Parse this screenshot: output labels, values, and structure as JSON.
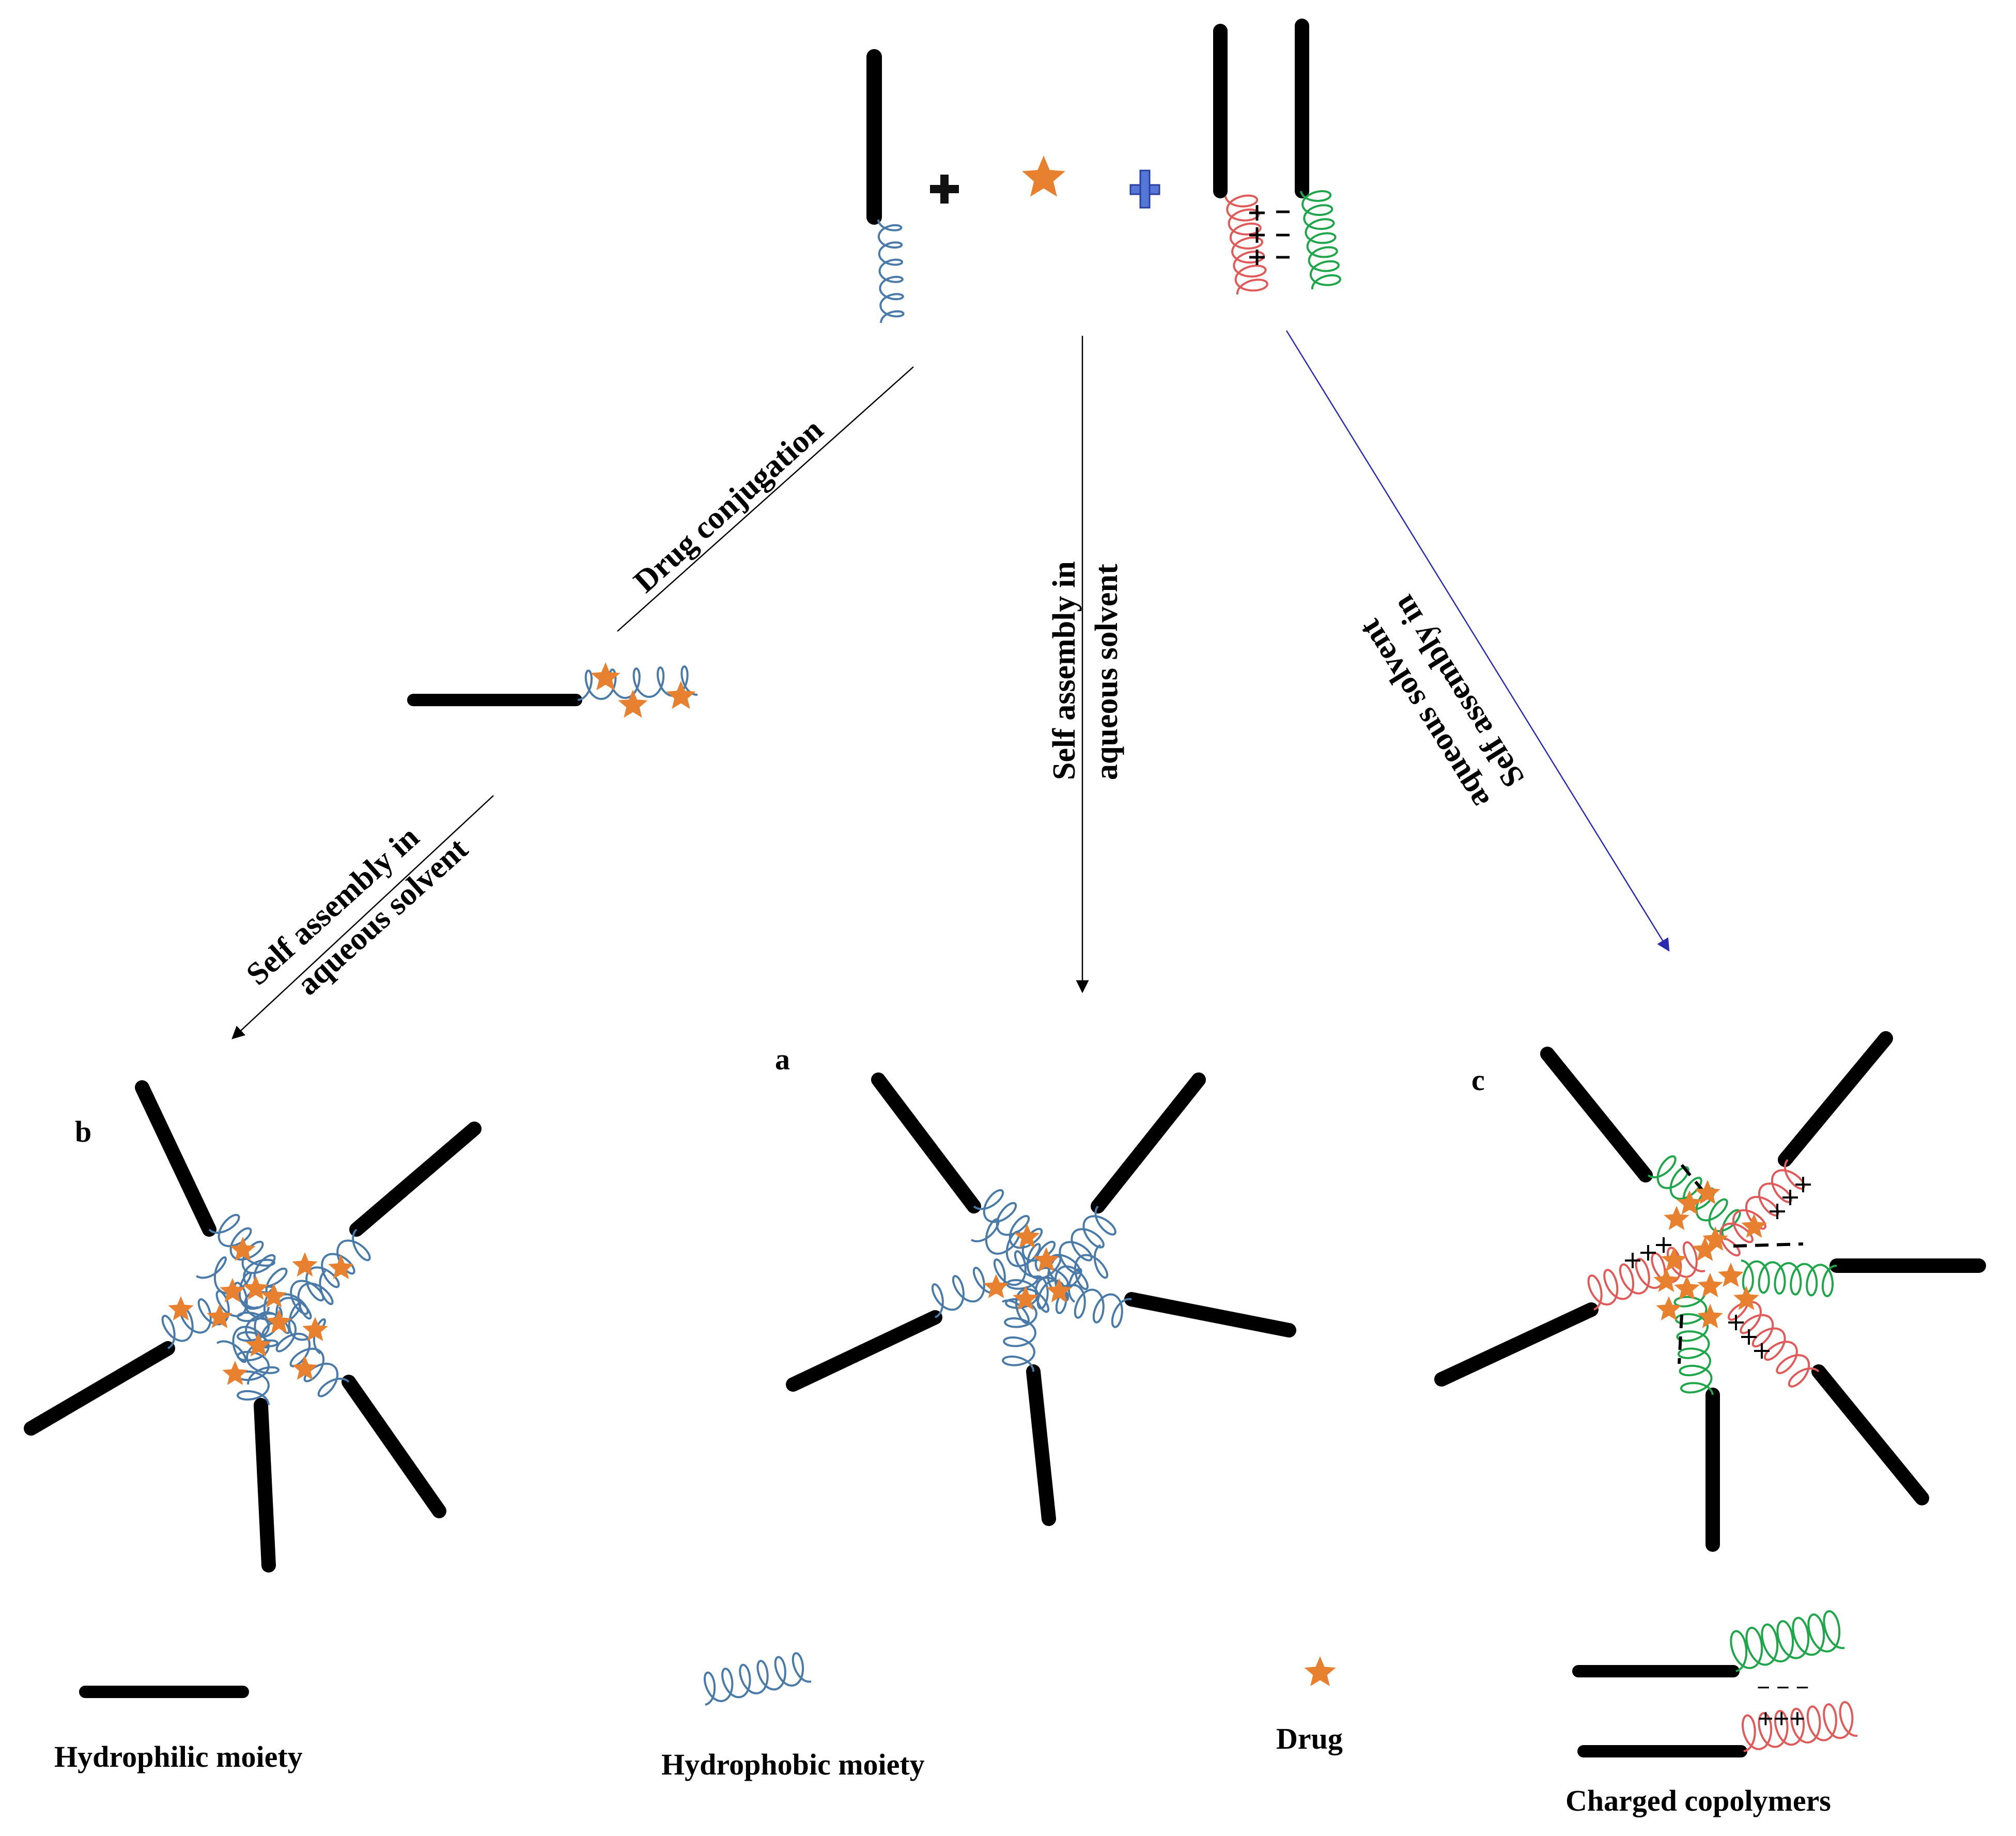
{
  "pathways": {
    "drug_conjugation": "Drug  conjugation",
    "self_assembly_middle": [
      "Self assembly in",
      "aqueous solvent"
    ],
    "self_assembly_right": [
      "Self assembly in",
      "aqueous solvent"
    ],
    "self_assembly_left": [
      "Self assembly in",
      "aqueous solvent"
    ]
  },
  "panels": {
    "a": "a",
    "b": "b",
    "c": "c"
  },
  "legend": {
    "hydrophilic": "Hydrophilic moiety",
    "hydrophobic": "Hydrophobic moiety",
    "drug": "Drug",
    "charged": "Charged copolymers",
    "minus": "− − −",
    "plus": "+++"
  },
  "colors": {
    "hydrophilic": "#000000",
    "hydrophobic": "#4a7aa8",
    "drug": "#e8812f",
    "cationic": "#e05a5a",
    "anionic": "#1fa54a",
    "plus_blue": "#5578d8",
    "arrow_right": "#2a2ab0"
  },
  "icons": [
    "plus-icon",
    "star-icon"
  ]
}
